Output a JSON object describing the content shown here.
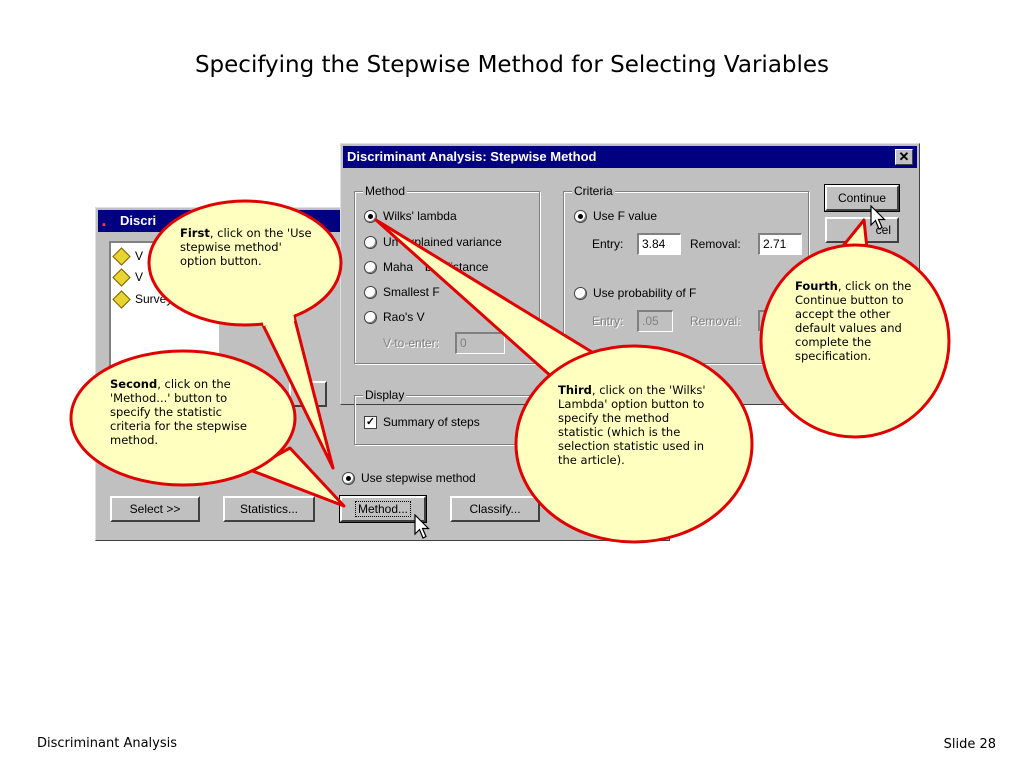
{
  "slide": {
    "title": "Specifying the Stepwise Method for Selecting Variables",
    "footer_left": "Discriminant Analysis",
    "footer_right": "Slide 28"
  },
  "main_dialog": {
    "title": "Discri",
    "variables": [
      "V",
      "V",
      "Survey"
    ],
    "use_stepwise_label": "Use stepwise method",
    "buttons": {
      "select": "Select >>",
      "statistics": "Statistics...",
      "method": "Method...",
      "classify": "Classify..."
    }
  },
  "stepwise_dialog": {
    "title": "Discriminant Analysis: Stepwise Method",
    "close": "✕",
    "method_group": "Method",
    "methods": [
      "Wilks' lambda",
      "Un",
      "xplained variance",
      "Maha",
      "bis distance",
      "Smallest F",
      "Rao's V"
    ],
    "v_to_enter_label": "V-to-enter:",
    "v_to_enter_value": "0",
    "criteria_group": "Criteria",
    "use_f_value": "Use F value",
    "entry_label": "Entry:",
    "entry_value": "3.84",
    "removal_label": "Removal:",
    "removal_value": "2.71",
    "use_probability": "Use probability of F",
    "prob_entry_label": "Entry:",
    "prob_entry_value": ".05",
    "prob_removal_label": "Removal:",
    "display_group": "Display",
    "summary_steps": "Summary of steps",
    "continue_button": "Continue",
    "cancel_button_partial": "cel"
  },
  "callouts": {
    "first": {
      "bold": "First",
      "text": ", click on the 'Use stepwise method' option button."
    },
    "second": {
      "bold": "Second",
      "text": ", click on the 'Method...' button to specify the statistic criteria for the stepwise method."
    },
    "third": {
      "bold": "Third",
      "text": ", click on the 'Wilks' Lambda' option button to specify the method statistic (which is the selection statistic used in the article)."
    },
    "fourth": {
      "bold": "Fourth",
      "text": ", click on the Continue button to accept the other default values and complete the specification."
    }
  },
  "colors": {
    "callout_fill": "#ffffc0",
    "callout_stroke": "#e00000",
    "titlebar": "#000080",
    "dialog": "#c0c0c0"
  }
}
